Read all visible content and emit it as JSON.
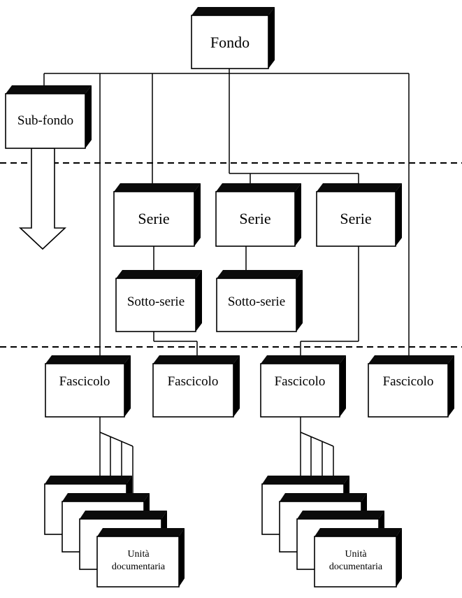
{
  "diagram": {
    "fondo": "Fondo",
    "sub_fondo": "Sub-fondo",
    "serie": [
      "Serie",
      "Serie",
      "Serie"
    ],
    "sotto_serie": [
      "Sotto-serie",
      "Sotto-serie"
    ],
    "fascicolo": [
      "Fascicolo",
      "Fascicolo",
      "Fascicolo",
      "Fascicolo"
    ],
    "unita_left": [
      "Unità",
      "documentaria"
    ],
    "unita_right": [
      "Unità",
      "documentaria"
    ]
  }
}
